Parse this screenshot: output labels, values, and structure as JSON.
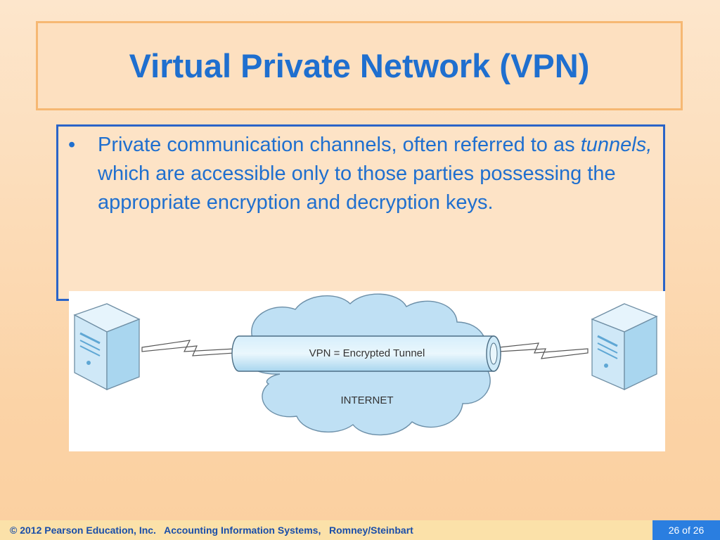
{
  "slide": {
    "title": "Virtual Private Network (VPN)",
    "bullet_marker": "•",
    "bullet_text_part1": "Private communication channels, often referred to as ",
    "bullet_text_italic": "tunnels,",
    "bullet_text_part2": " which are accessible only to those parties possessing the appropriate encryption and decryption keys."
  },
  "figure": {
    "tunnel_label": "VPN = Encrypted Tunnel",
    "cloud_label": "INTERNET",
    "icons": [
      "server-computer-icon",
      "internet-cloud-icon",
      "encrypted-tunnel-pipe",
      "lightning-link-icon"
    ]
  },
  "footer": {
    "copyright": "© 2012 Pearson Education, Inc.   Accounting Information Systems,   Romney/Steinbart",
    "page_current": "26",
    "page_of": " of ",
    "page_total": "26"
  },
  "colors": {
    "title_blue": "#1f6fcf",
    "box_border_blue": "#2a64c8",
    "title_border_orange": "#f6b873",
    "footer_page_bg": "#2a7ee0",
    "cloud_fill": "#bfe0f4",
    "server_fill": "#cfe8f7"
  }
}
